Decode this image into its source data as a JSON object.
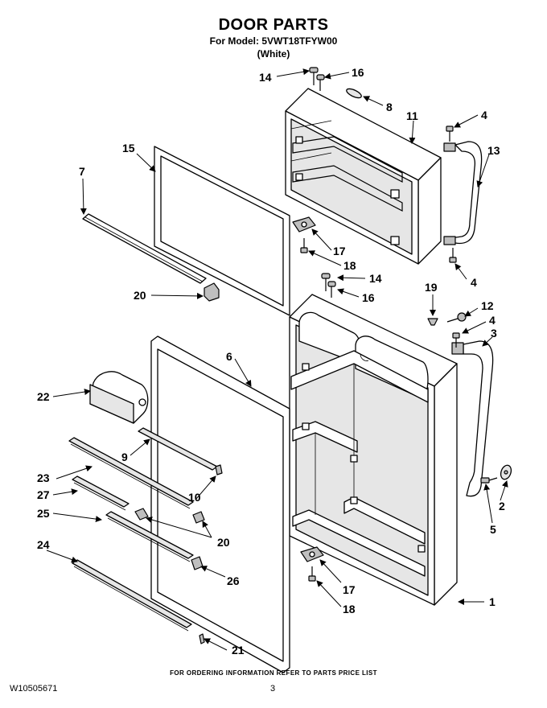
{
  "title": "DOOR PARTS",
  "model_line": "For Model: 5VWT18TFYW00",
  "color_line": "(White)",
  "footnote": "FOR ORDERING INFORMATION REFER TO PARTS PRICE LIST",
  "doc_number": "W10505671",
  "page_number": "3",
  "callouts": {
    "c14a": "14",
    "c16a": "16",
    "c8": "8",
    "c11": "11",
    "c4a": "4",
    "c13": "13",
    "c15": "15",
    "c7": "7",
    "c17a": "17",
    "c18a": "18",
    "c4b": "4",
    "c14b": "14",
    "c16b": "16",
    "c19": "19",
    "c12": "12",
    "c4c": "4",
    "c3": "3",
    "c20a": "20",
    "c6": "6",
    "c22": "22",
    "c9": "9",
    "c23": "23",
    "c10": "10",
    "c27": "27",
    "c2": "2",
    "c25": "25",
    "c20b": "20",
    "c5": "5",
    "c24": "24",
    "c26": "26",
    "c17b": "17",
    "c1": "1",
    "c18b": "18",
    "c21": "21"
  }
}
